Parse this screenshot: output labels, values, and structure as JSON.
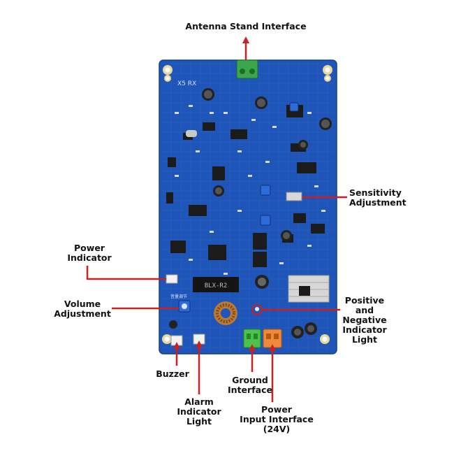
{
  "labels": {
    "antenna": "Antenna Stand Interface",
    "sensitivity_1": "Sensitivity",
    "sensitivity_2": "Adjustment",
    "power_ind_1": "Power",
    "power_ind_2": "Indicator",
    "volume_1": "Volume",
    "volume_2": "Adjustment",
    "posneg_1": "Positive",
    "posneg_2": "and",
    "posneg_3": "Negative",
    "posneg_4": "Indicator",
    "posneg_5": "Light",
    "buzzer": "Buzzer",
    "alarm_1": "Alarm",
    "alarm_2": "Indicator",
    "alarm_3": "Light",
    "ground_1": "Ground",
    "ground_2": "Interface",
    "power_in_1": "Power",
    "power_in_2": "Input Interface",
    "power_in_3": "(24V)"
  },
  "board_silkscreen": {
    "model": "X5 RX",
    "relay_marking": "BLX-R2",
    "volume_marking": "音量调节"
  },
  "colors": {
    "pcb": "#1f55b8",
    "arrow": "#cc1f1f",
    "ground_connector": "#4cc24c",
    "power_connector": "#f08a3a",
    "antenna_connector": "#3aa84a"
  }
}
